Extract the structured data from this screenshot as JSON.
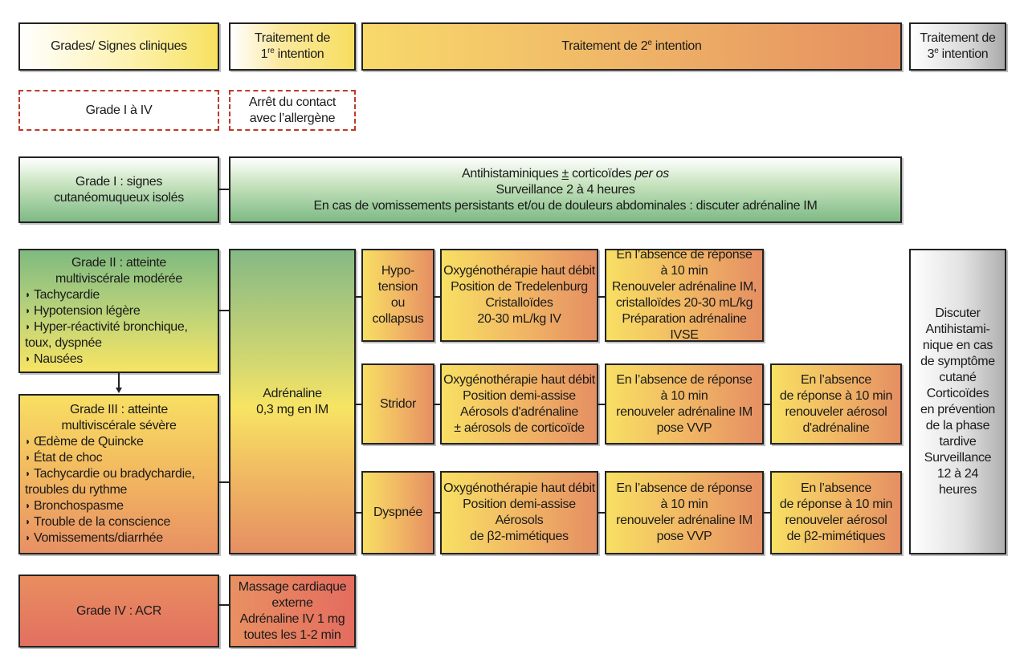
{
  "header": {
    "grades": "Grades/ Signes cliniques",
    "first_line_1": "Traitement de",
    "first_line_2_num": "1",
    "first_line_2_sup": "re",
    "first_line_2_rest": " intention",
    "second_prefix": "Traitement de 2",
    "second_sup": "e",
    "second_rest": " intention",
    "third_line_1": "Traitement de",
    "third_line_2_num": "3",
    "third_line_2_sup": "e",
    "third_line_2_rest": " intention"
  },
  "all_grades": {
    "label": "Grade I à IV",
    "action_1": "Arrêt du contact",
    "action_2": "avec l’allergène"
  },
  "grade1": {
    "title_1": "Grade I : signes",
    "title_2": "cutanéomuqueux isolés",
    "treatment_1a": "Antihistaminiques ",
    "treatment_1pm": "±",
    "treatment_1b": " corticoïdes ",
    "treatment_1it": "per os",
    "treatment_2": "Surveillance 2 à 4 heures",
    "treatment_3": "En cas de vomissements persistants et/ou de douleurs abdominales : discuter adrénaline IM"
  },
  "grade2": {
    "title_1": "Grade II : atteinte",
    "title_2": "multiviscérale modérée",
    "signs": [
      "Tachycardie",
      "Hypotension légère",
      "Hyper-réactivité bronchique,"
    ],
    "sign_continuation": "toux, dyspnée",
    "last_sign": "Nausées"
  },
  "grade3": {
    "title_1": "Grade III : atteinte",
    "title_2": "multiviscérale sévère",
    "signs_a": [
      "Œdème de Quincke",
      "État de choc",
      "Tachycardie ou bradychardie,"
    ],
    "sign_continuation": "troubles du rythme",
    "signs_b": [
      "Bronchospasme",
      "Trouble de la conscience",
      "Vomissements/diarrhée"
    ]
  },
  "adrenaline": {
    "line_1": "Adrénaline",
    "line_2": "0,3 mg en IM"
  },
  "branches": [
    {
      "symptom": [
        "Hypo-",
        "tension",
        "ou",
        "collapsus"
      ],
      "step1": [
        "Oxygénothérapie haut débit",
        "Position de Tredelenburg",
        "Cristalloïdes",
        "20-30 mL/kg IV"
      ],
      "step2": [
        "En l’absence de réponse",
        "à 10 min",
        "Renouveler adrénaline IM,",
        "cristalloïdes 20-30 mL/kg",
        "Préparation adrénaline IVSE"
      ]
    },
    {
      "symptom": [
        "Stridor"
      ],
      "step1": [
        "Oxygénothérapie haut débit",
        "Position demi-assise",
        "Aérosols d'adrénaline",
        "± aérosols de corticoïde"
      ],
      "step2": [
        "En l’absence de réponse",
        "à 10 min",
        "renouveler adrénaline IM",
        "pose VVP"
      ],
      "step3": [
        "En l’absence",
        "de réponse à 10 min",
        "renouveler aérosol",
        "d'adrénaline"
      ]
    },
    {
      "symptom": [
        "Dyspnée"
      ],
      "step1": [
        "Oxygénothérapie haut débit",
        "Position demi-assise",
        "Aérosols",
        "de β2-mimétiques"
      ],
      "step2": [
        "En l’absence de réponse",
        "à 10 min",
        "renouveler adrénaline IM",
        "pose VVP"
      ],
      "step3": [
        "En l’absence",
        "de réponse à 10 min",
        "renouveler aérosol",
        "de β2-mimétiques"
      ]
    }
  ],
  "third_line_box": [
    "Discuter",
    "Antihistami-",
    "nique en cas",
    "de symptôme",
    "cutané",
    "Corticoïdes",
    "en prévention",
    "de la phase",
    "tardive",
    "Surveillance",
    "12 à 24",
    "heures"
  ],
  "grade4": {
    "title": "Grade IV : ACR",
    "treatment": [
      "Massage cardiaque",
      "externe",
      "Adrénaline IV 1 mg",
      "toutes les 1-2 min"
    ]
  }
}
